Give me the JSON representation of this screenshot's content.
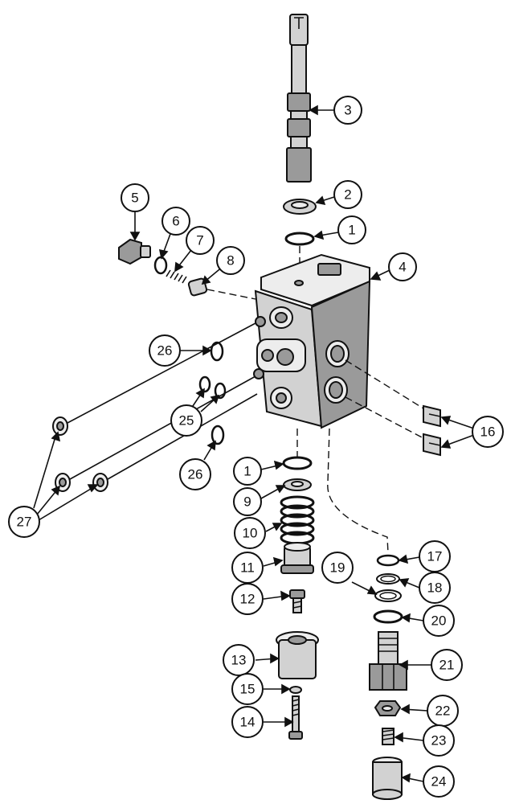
{
  "diagram": {
    "callouts": [
      {
        "id": "c3",
        "label": "3"
      },
      {
        "id": "c2",
        "label": "2"
      },
      {
        "id": "c1a",
        "label": "1"
      },
      {
        "id": "c4",
        "label": "4"
      },
      {
        "id": "c5",
        "label": "5"
      },
      {
        "id": "c6",
        "label": "6"
      },
      {
        "id": "c7",
        "label": "7"
      },
      {
        "id": "c8",
        "label": "8"
      },
      {
        "id": "c26a",
        "label": "26"
      },
      {
        "id": "c25",
        "label": "25"
      },
      {
        "id": "c26b",
        "label": "26"
      },
      {
        "id": "c27",
        "label": "27"
      },
      {
        "id": "c16",
        "label": "16"
      },
      {
        "id": "c1b",
        "label": "1"
      },
      {
        "id": "c9",
        "label": "9"
      },
      {
        "id": "c10",
        "label": "10"
      },
      {
        "id": "c11",
        "label": "11"
      },
      {
        "id": "c12",
        "label": "12"
      },
      {
        "id": "c13",
        "label": "13"
      },
      {
        "id": "c15",
        "label": "15"
      },
      {
        "id": "c14",
        "label": "14"
      },
      {
        "id": "c17",
        "label": "17"
      },
      {
        "id": "c19",
        "label": "19"
      },
      {
        "id": "c18",
        "label": "18"
      },
      {
        "id": "c20",
        "label": "20"
      },
      {
        "id": "c21",
        "label": "21"
      },
      {
        "id": "c22",
        "label": "22"
      },
      {
        "id": "c23",
        "label": "23"
      },
      {
        "id": "c24",
        "label": "24"
      }
    ]
  }
}
